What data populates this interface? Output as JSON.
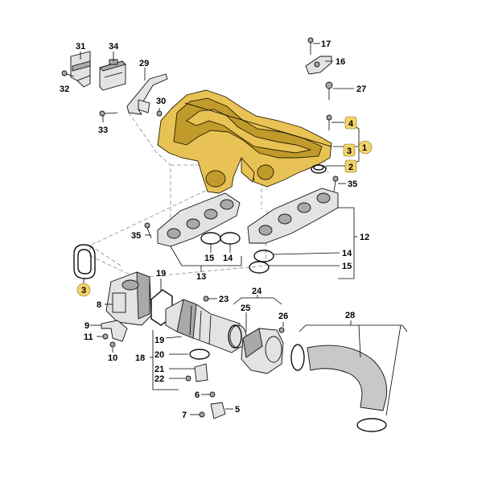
{
  "colors": {
    "highlight_part": "#e8c255",
    "highlight_badge": "#f2d46a",
    "outline": "#111111",
    "leader_dash": "#7d8fa3",
    "hose_fill": "#c8c8c8"
  },
  "highlighted_labels": [
    "1",
    "2",
    "3",
    "4"
  ],
  "callouts": [
    {
      "id": "c31",
      "label": "31"
    },
    {
      "id": "c34",
      "label": "34"
    },
    {
      "id": "c29",
      "label": "29"
    },
    {
      "id": "c32",
      "label": "32"
    },
    {
      "id": "c30",
      "label": "30"
    },
    {
      "id": "c33",
      "label": "33"
    },
    {
      "id": "c17",
      "label": "17"
    },
    {
      "id": "c16",
      "label": "16"
    },
    {
      "id": "c27",
      "label": "27"
    },
    {
      "id": "c4",
      "label": "4"
    },
    {
      "id": "c3a",
      "label": "3"
    },
    {
      "id": "c1",
      "label": "1"
    },
    {
      "id": "c2",
      "label": "2"
    },
    {
      "id": "c35a",
      "label": "35"
    },
    {
      "id": "c35b",
      "label": "35"
    },
    {
      "id": "c12",
      "label": "12"
    },
    {
      "id": "c14a",
      "label": "14"
    },
    {
      "id": "c15a",
      "label": "15"
    },
    {
      "id": "c15b",
      "label": "15"
    },
    {
      "id": "c14b",
      "label": "14"
    },
    {
      "id": "c13",
      "label": "13"
    },
    {
      "id": "c3b",
      "label": "3"
    },
    {
      "id": "c19a",
      "label": "19"
    },
    {
      "id": "c19b",
      "label": "19"
    },
    {
      "id": "c8",
      "label": "8"
    },
    {
      "id": "c23",
      "label": "23"
    },
    {
      "id": "c24",
      "label": "24"
    },
    {
      "id": "c25",
      "label": "25"
    },
    {
      "id": "c26",
      "label": "26"
    },
    {
      "id": "c28",
      "label": "28"
    },
    {
      "id": "c9",
      "label": "9"
    },
    {
      "id": "c11",
      "label": "11"
    },
    {
      "id": "c10",
      "label": "10"
    },
    {
      "id": "c18",
      "label": "18"
    },
    {
      "id": "c20",
      "label": "20"
    },
    {
      "id": "c21",
      "label": "21"
    },
    {
      "id": "c22",
      "label": "22"
    },
    {
      "id": "c6",
      "label": "6"
    },
    {
      "id": "c5",
      "label": "5"
    },
    {
      "id": "c7",
      "label": "7"
    }
  ]
}
